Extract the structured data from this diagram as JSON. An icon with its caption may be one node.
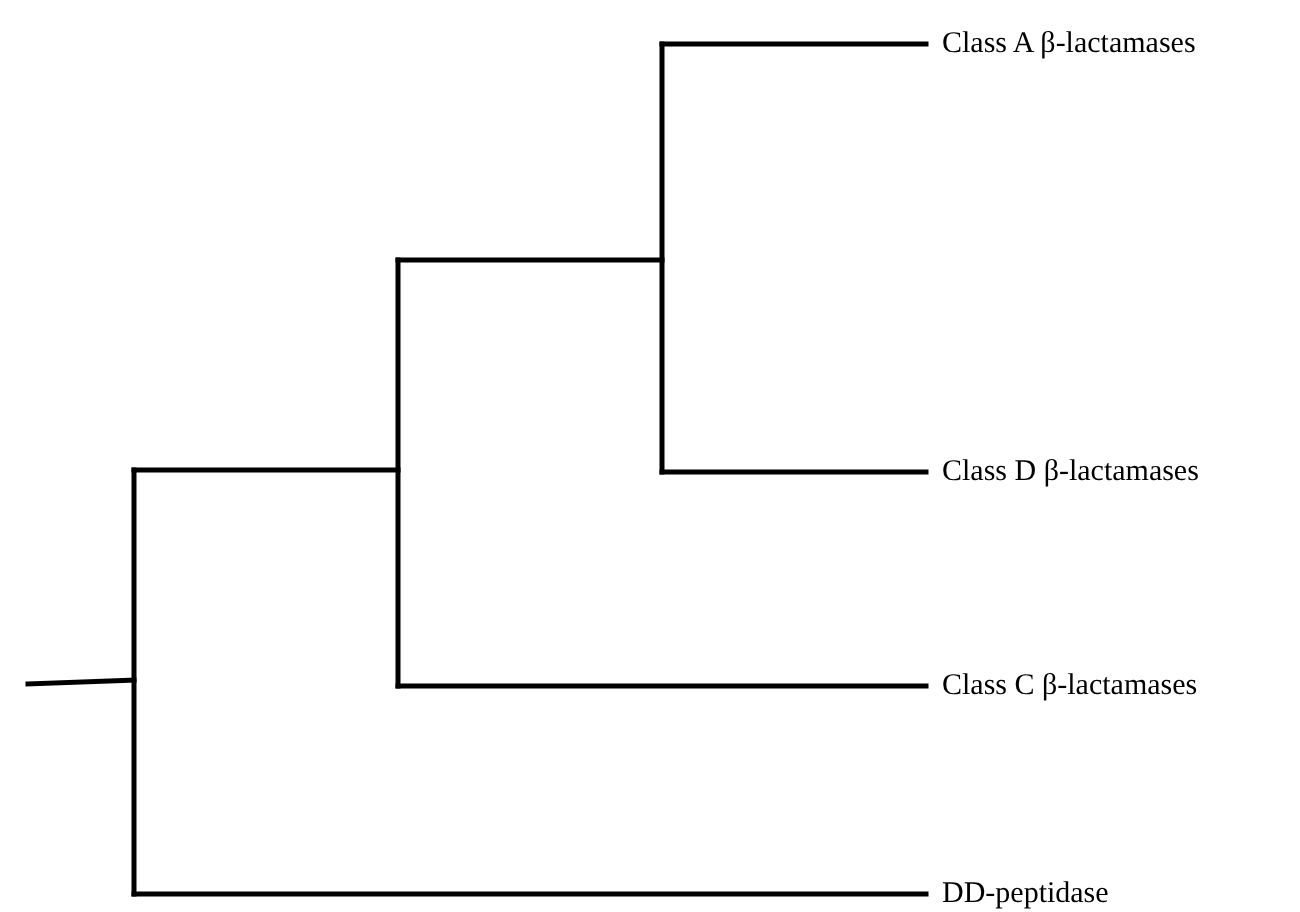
{
  "diagram": {
    "labels": [
      "Class A β-lactamases",
      "Class D β-lactamases",
      "Class C β-lactamases",
      "DD-peptidase"
    ]
  }
}
